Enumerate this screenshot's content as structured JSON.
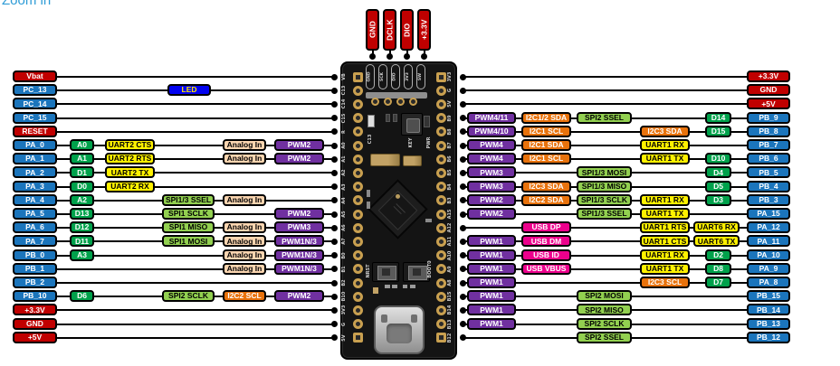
{
  "page": {
    "zoom_link": "Zoom in"
  },
  "colors": {
    "power": "#C00000",
    "gpio": "#1B75BC",
    "arduino": "#00A14B",
    "uart": "#FFF100",
    "spi": "#92D050",
    "i2c": "#E8720C",
    "pwm": "#7030A0",
    "analog": "#FAD5B0",
    "usb": "#EC008C",
    "led_bg": "#0202F0",
    "led_text": "#FFE800",
    "wire": "#000000",
    "board": "#141414",
    "link": "#2D9BD6"
  },
  "top_header": {
    "labels": [
      "GND",
      "DCLK",
      "DIO",
      "+3.3V"
    ]
  },
  "board": {
    "top_silk": [
      "GND",
      "SCK",
      "DIO",
      "3V3",
      "SW"
    ],
    "left_silk": [
      "VB",
      "C13",
      "C14",
      "C15",
      "R",
      "A0",
      "A1",
      "A2",
      "A3",
      "A4",
      "A5",
      "A6",
      "A7",
      "B0",
      "B1",
      "B2",
      "B10",
      "3V3",
      "G",
      "5V"
    ],
    "right_silk": [
      "3V3",
      "G",
      "5V",
      "B9",
      "B8",
      "B7",
      "B6",
      "B5",
      "B4",
      "B3",
      "A15",
      "A12",
      "A11",
      "A10",
      "A9",
      "A8",
      "B15",
      "B14",
      "B13",
      "B12"
    ],
    "key_label": "KEY",
    "pwr_label": "PWR",
    "c13_label": "C13",
    "nrst_label": "NRST",
    "boot0_label": "BOOT0"
  },
  "left_rows": [
    {
      "pin": "Vbat",
      "type": "power",
      "labels": []
    },
    {
      "pin": "PC_13",
      "type": "gpio",
      "labels": [
        {
          "text": "LED",
          "type": "led",
          "col": "led"
        }
      ]
    },
    {
      "pin": "PC_14",
      "type": "gpio",
      "labels": []
    },
    {
      "pin": "PC_15",
      "type": "gpio",
      "labels": []
    },
    {
      "pin": "RESET",
      "type": "power",
      "labels": []
    },
    {
      "pin": "PA_0",
      "type": "gpio",
      "labels": [
        {
          "text": "A0",
          "type": "arduino",
          "col": "a"
        },
        {
          "text": "UART2 CTS",
          "type": "uart",
          "col": "b"
        },
        {
          "text": "Analog In",
          "type": "analog",
          "col": "d"
        },
        {
          "text": "PWM2",
          "type": "pwm",
          "col": "e"
        }
      ]
    },
    {
      "pin": "PA_1",
      "type": "gpio",
      "labels": [
        {
          "text": "A1",
          "type": "arduino",
          "col": "a"
        },
        {
          "text": "UART2 RTS",
          "type": "uart",
          "col": "b"
        },
        {
          "text": "Analog In",
          "type": "analog",
          "col": "d"
        },
        {
          "text": "PWM2",
          "type": "pwm",
          "col": "e"
        }
      ]
    },
    {
      "pin": "PA_2",
      "type": "gpio",
      "labels": [
        {
          "text": "D1",
          "type": "arduino",
          "col": "a"
        },
        {
          "text": "UART2 TX",
          "type": "uart",
          "col": "b"
        }
      ]
    },
    {
      "pin": "PA_3",
      "type": "gpio",
      "labels": [
        {
          "text": "D0",
          "type": "arduino",
          "col": "a"
        },
        {
          "text": "UART2 RX",
          "type": "uart",
          "col": "b"
        }
      ]
    },
    {
      "pin": "PA_4",
      "type": "gpio",
      "labels": [
        {
          "text": "A2",
          "type": "arduino",
          "col": "a"
        },
        {
          "text": "SPI1/3 SSEL",
          "type": "spi",
          "col": "c"
        },
        {
          "text": "Analog In",
          "type": "analog",
          "col": "d"
        }
      ]
    },
    {
      "pin": "PA_5",
      "type": "gpio",
      "labels": [
        {
          "text": "D13",
          "type": "arduino",
          "col": "a"
        },
        {
          "text": "SPI1 SCLK",
          "type": "spi",
          "col": "c"
        },
        {
          "text": "PWM2",
          "type": "pwm",
          "col": "e"
        }
      ]
    },
    {
      "pin": "PA_6",
      "type": "gpio",
      "labels": [
        {
          "text": "D12",
          "type": "arduino",
          "col": "a"
        },
        {
          "text": "SPI1 MISO",
          "type": "spi",
          "col": "c"
        },
        {
          "text": "Analog In",
          "type": "analog",
          "col": "d"
        },
        {
          "text": "PWM3",
          "type": "pwm",
          "col": "e"
        }
      ]
    },
    {
      "pin": "PA_7",
      "type": "gpio",
      "labels": [
        {
          "text": "D11",
          "type": "arduino",
          "col": "a"
        },
        {
          "text": "SPI1 MOSI",
          "type": "spi",
          "col": "c"
        },
        {
          "text": "Analog In",
          "type": "analog",
          "col": "d"
        },
        {
          "text": "PWM1N/3",
          "type": "pwm",
          "col": "e"
        }
      ]
    },
    {
      "pin": "PB_0",
      "type": "gpio",
      "labels": [
        {
          "text": "A3",
          "type": "arduino",
          "col": "a"
        },
        {
          "text": "Analog In",
          "type": "analog",
          "col": "d"
        },
        {
          "text": "PWM1N/3",
          "type": "pwm",
          "col": "e"
        }
      ]
    },
    {
      "pin": "PB_1",
      "type": "gpio",
      "labels": [
        {
          "text": "Analog In",
          "type": "analog",
          "col": "d"
        },
        {
          "text": "PWM1N/3",
          "type": "pwm",
          "col": "e"
        }
      ]
    },
    {
      "pin": "PB_2",
      "type": "gpio",
      "labels": []
    },
    {
      "pin": "PB_10",
      "type": "gpio",
      "labels": [
        {
          "text": "D6",
          "type": "arduino",
          "col": "a"
        },
        {
          "text": "SPI2 SCLK",
          "type": "spi",
          "col": "c"
        },
        {
          "text": "I2C2 SCL",
          "type": "i2c",
          "col": "d"
        },
        {
          "text": "PWM2",
          "type": "pwm",
          "col": "e"
        }
      ]
    },
    {
      "pin": "+3.3V",
      "type": "power",
      "labels": []
    },
    {
      "pin": "GND",
      "type": "power",
      "labels": []
    },
    {
      "pin": "+5V",
      "type": "power",
      "labels": []
    }
  ],
  "right_rows": [
    {
      "pin": "+3.3V",
      "type": "power",
      "labels": []
    },
    {
      "pin": "GND",
      "type": "power",
      "labels": []
    },
    {
      "pin": "+5V",
      "type": "power",
      "labels": []
    },
    {
      "pin": "PB_9",
      "type": "gpio",
      "labels": [
        {
          "text": "PWM4/11",
          "type": "pwm",
          "col": "p"
        },
        {
          "text": "I2C1/2 SDA",
          "type": "i2c",
          "col": "q"
        },
        {
          "text": "SPI2 SSEL",
          "type": "spi",
          "col": "r"
        },
        {
          "text": "D14",
          "type": "arduino",
          "col": "u"
        }
      ]
    },
    {
      "pin": "PB_8",
      "type": "gpio",
      "labels": [
        {
          "text": "PWM4/10",
          "type": "pwm",
          "col": "p"
        },
        {
          "text": "I2C1 SCL",
          "type": "i2c",
          "col": "q"
        },
        {
          "text": "I2C3 SDA",
          "type": "i2c",
          "col": "s"
        },
        {
          "text": "D15",
          "type": "arduino",
          "col": "u"
        }
      ]
    },
    {
      "pin": "PB_7",
      "type": "gpio",
      "labels": [
        {
          "text": "PWM4",
          "type": "pwm",
          "col": "p"
        },
        {
          "text": "I2C1 SDA",
          "type": "i2c",
          "col": "q"
        },
        {
          "text": "UART1 RX",
          "type": "uart",
          "col": "s"
        }
      ]
    },
    {
      "pin": "PB_6",
      "type": "gpio",
      "labels": [
        {
          "text": "PWM4",
          "type": "pwm",
          "col": "p"
        },
        {
          "text": "I2C1 SCL",
          "type": "i2c",
          "col": "q"
        },
        {
          "text": "UART1 TX",
          "type": "uart",
          "col": "s"
        },
        {
          "text": "D10",
          "type": "arduino",
          "col": "u"
        }
      ]
    },
    {
      "pin": "PB_5",
      "type": "gpio",
      "labels": [
        {
          "text": "PWM3",
          "type": "pwm",
          "col": "p"
        },
        {
          "text": "SPI1/3 MOSI",
          "type": "spi",
          "col": "r"
        },
        {
          "text": "D4",
          "type": "arduino",
          "col": "u"
        }
      ]
    },
    {
      "pin": "PB_4",
      "type": "gpio",
      "labels": [
        {
          "text": "PWM3",
          "type": "pwm",
          "col": "p"
        },
        {
          "text": "I2C3 SDA",
          "type": "i2c",
          "col": "q"
        },
        {
          "text": "SPI1/3 MISO",
          "type": "spi",
          "col": "r"
        },
        {
          "text": "D5",
          "type": "arduino",
          "col": "u"
        }
      ]
    },
    {
      "pin": "PB_3",
      "type": "gpio",
      "labels": [
        {
          "text": "PWM2",
          "type": "pwm",
          "col": "p"
        },
        {
          "text": "I2C2 SDA",
          "type": "i2c",
          "col": "q"
        },
        {
          "text": "SPI1/3 SCLK",
          "type": "spi",
          "col": "r"
        },
        {
          "text": "UART1 RX",
          "type": "uart",
          "col": "s"
        },
        {
          "text": "D3",
          "type": "arduino",
          "col": "u"
        }
      ]
    },
    {
      "pin": "PA_15",
      "type": "gpio",
      "labels": [
        {
          "text": "PWM2",
          "type": "pwm",
          "col": "p"
        },
        {
          "text": "SPI1/3 SSEL",
          "type": "spi",
          "col": "r"
        },
        {
          "text": "UART1 TX",
          "type": "uart",
          "col": "s"
        }
      ]
    },
    {
      "pin": "PA_12",
      "type": "gpio",
      "labels": [
        {
          "text": "USB DP",
          "type": "usb",
          "col": "q"
        },
        {
          "text": "UART1 RTS",
          "type": "uart",
          "col": "s"
        },
        {
          "text": "UART6 RX",
          "type": "uart",
          "col": "t"
        }
      ]
    },
    {
      "pin": "PA_11",
      "type": "gpio",
      "labels": [
        {
          "text": "PWM1",
          "type": "pwm",
          "col": "p"
        },
        {
          "text": "USB DM",
          "type": "usb",
          "col": "q"
        },
        {
          "text": "UART1 CTS",
          "type": "uart",
          "col": "s"
        },
        {
          "text": "UART6 TX",
          "type": "uart",
          "col": "t"
        }
      ]
    },
    {
      "pin": "PA_10",
      "type": "gpio",
      "labels": [
        {
          "text": "PWM1",
          "type": "pwm",
          "col": "p"
        },
        {
          "text": "USB ID",
          "type": "usb",
          "col": "q"
        },
        {
          "text": "UART1 RX",
          "type": "uart",
          "col": "s"
        },
        {
          "text": "D2",
          "type": "arduino",
          "col": "u"
        }
      ]
    },
    {
      "pin": "PA_9",
      "type": "gpio",
      "labels": [
        {
          "text": "PWM1",
          "type": "pwm",
          "col": "p"
        },
        {
          "text": "USB VBUS",
          "type": "usb",
          "col": "q"
        },
        {
          "text": "UART1 TX",
          "type": "uart",
          "col": "s"
        },
        {
          "text": "D8",
          "type": "arduino",
          "col": "u"
        }
      ]
    },
    {
      "pin": "PA_8",
      "type": "gpio",
      "labels": [
        {
          "text": "PWM1",
          "type": "pwm",
          "col": "p"
        },
        {
          "text": "I2C3 SCL",
          "type": "i2c",
          "col": "s"
        },
        {
          "text": "D7",
          "type": "arduino",
          "col": "u"
        }
      ]
    },
    {
      "pin": "PB_15",
      "type": "gpio",
      "labels": [
        {
          "text": "PWM1",
          "type": "pwm",
          "col": "p"
        },
        {
          "text": "SPI2 MOSI",
          "type": "spi",
          "col": "r"
        }
      ]
    },
    {
      "pin": "PB_14",
      "type": "gpio",
      "labels": [
        {
          "text": "PWM1",
          "type": "pwm",
          "col": "p"
        },
        {
          "text": "SPI2 MISO",
          "type": "spi",
          "col": "r"
        }
      ]
    },
    {
      "pin": "PB_13",
      "type": "gpio",
      "labels": [
        {
          "text": "PWM1",
          "type": "pwm",
          "col": "p"
        },
        {
          "text": "SPI2 SCLK",
          "type": "spi",
          "col": "r"
        }
      ]
    },
    {
      "pin": "PB_12",
      "type": "gpio",
      "labels": [
        {
          "text": "SPI2 SSEL",
          "type": "spi",
          "col": "r"
        }
      ]
    }
  ]
}
